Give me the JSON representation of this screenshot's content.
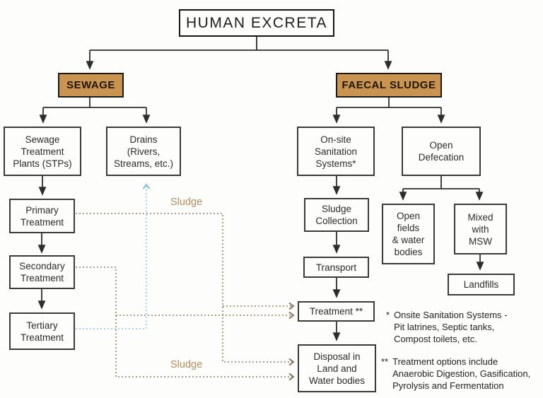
{
  "title": "HUMAN EXCRETA",
  "colors": {
    "category_fill": "#c9944f",
    "box_border": "#3a3a3a",
    "solid_line": "#2e2e2e",
    "sludge_dashed_line": "#8a7e68",
    "effluent_dashed_line": "#89c4dc",
    "sludge_label_text": "#b18a5c"
  },
  "nodes": {
    "sewage": "SEWAGE",
    "faecal_sludge": "FAECAL SLUDGE",
    "stp": "Sewage\nTreatment\nPlants (STPs)",
    "drains": "Drains\n(Rivers,\nStreams, etc.)",
    "primary": "Primary\nTreatment",
    "secondary": "Secondary\nTreatment",
    "tertiary": "Tertiary\nTreatment",
    "onsite": "On-site\nSanitation\nSystems*",
    "open_defecation": "Open\nDefecation",
    "sludge_collection": "Sludge\nCollection",
    "transport": "Transport",
    "treatment": "Treatment **",
    "disposal": "Disposal in\nLand and\nWater bodies",
    "open_fields": "Open\nfields\n& water\nbodies",
    "mixed_msw": "Mixed\nwith\nMSW",
    "landfills": "Landfills"
  },
  "labels": {
    "sludge_top": "Sludge",
    "sludge_bottom": "Sludge"
  },
  "footnotes": [
    {
      "marker": "*",
      "text": "Onsite Sanitation Systems -\nPit latrines, Septic tanks,\nCompost toilets, etc."
    },
    {
      "marker": "**",
      "text": "Treatment options include\nAnaerobic Digestion, Gasification,\nPyrolysis and Fermentation"
    }
  ]
}
